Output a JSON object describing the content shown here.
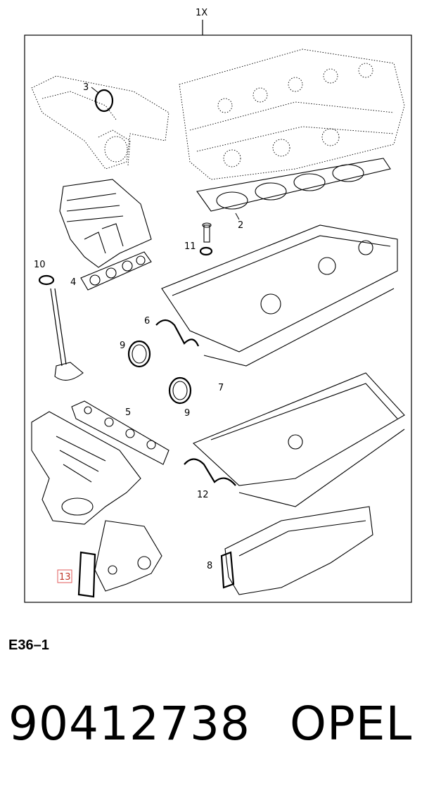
{
  "diagram": {
    "kit_label": "1X",
    "callouts": {
      "c2": "2",
      "c3": "3",
      "c4": "4",
      "c5": "5",
      "c6": "6",
      "c7": "7",
      "c8": "8",
      "c9a": "9",
      "c9b": "9",
      "c10": "10",
      "c11": "11",
      "c12": "12",
      "c13": "13"
    },
    "highlight_color": "#e05a5a"
  },
  "figure_code": "E36–1",
  "footer": {
    "part_number": "90412738",
    "brand": "OPEL"
  }
}
